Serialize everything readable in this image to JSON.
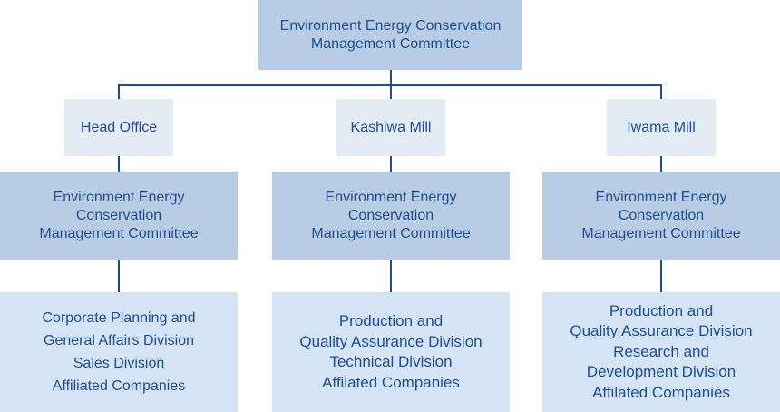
{
  "top_committee": {
    "lines": [
      "Environment Energy Conservation",
      "Management Committee"
    ]
  },
  "branches": [
    {
      "location": "Head Office",
      "committee": [
        "Environment Energy",
        "Conservation",
        "Management Committee"
      ],
      "divisions": [
        "Corporate Planning and",
        "General Affairs Division",
        "Sales Division",
        "Affiliated Companies"
      ]
    },
    {
      "location": "Kashiwa Mill",
      "committee": [
        "Environment Energy",
        "Conservation",
        "Management Committee"
      ],
      "divisions": [
        "Production and",
        "Quality Assurance Division",
        "Technical Division",
        "Affilated Companies"
      ]
    },
    {
      "location": "Iwama Mill",
      "committee": [
        "Environment Energy",
        "Conservation",
        "Management Committee"
      ],
      "divisions": [
        "Production and",
        "Quality Assurance Division",
        "Research and",
        "Development Division",
        "Affilated Companies"
      ]
    }
  ],
  "colors": {
    "line": "#1f4e8c",
    "text": "#1f4e8c",
    "committee_fill": "#b8cde4",
    "location_fill": "#e3ebf4",
    "division_fill": "#d4e4f4"
  }
}
